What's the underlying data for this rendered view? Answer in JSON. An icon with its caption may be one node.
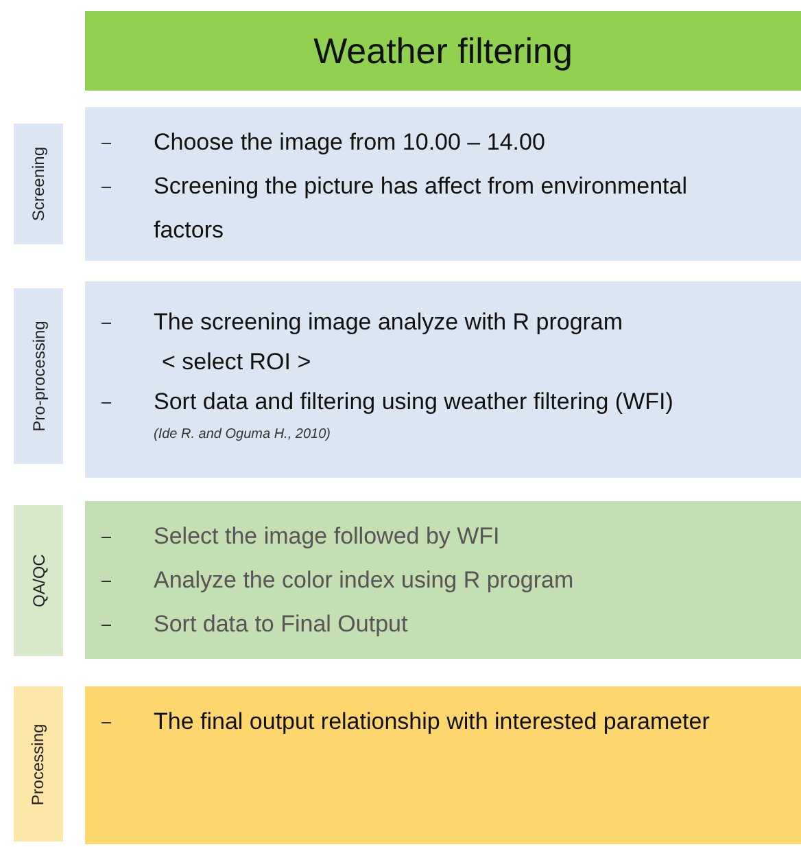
{
  "diagram": {
    "nodes": [
      {
        "text": [
          "Weather filtering"
        ]
      },
      {
        "text": [
          "Screening"
        ]
      },
      {
        "text": [
          "Choose the image from 10.00 – 14.00",
          "Screening the picture has affect from environmental factors"
        ]
      },
      {
        "text": [
          "Pro-processing"
        ]
      },
      {
        "text": [
          "The screening image analyze with R program",
          "< select ROI >",
          "Sort data and filtering using weather filtering (WFI)",
          "(Ide R. and Oguma H., 2010)"
        ]
      },
      {
        "text": [
          "QA/QC"
        ]
      },
      {
        "text": [
          "Select the image followed by WFI",
          "Analyze the color index using R program",
          "Sort data to Final Output"
        ]
      },
      {
        "text": [
          "Processing"
        ]
      },
      {
        "text": [
          "The final output relationship with interested parameter"
        ]
      }
    ]
  }
}
